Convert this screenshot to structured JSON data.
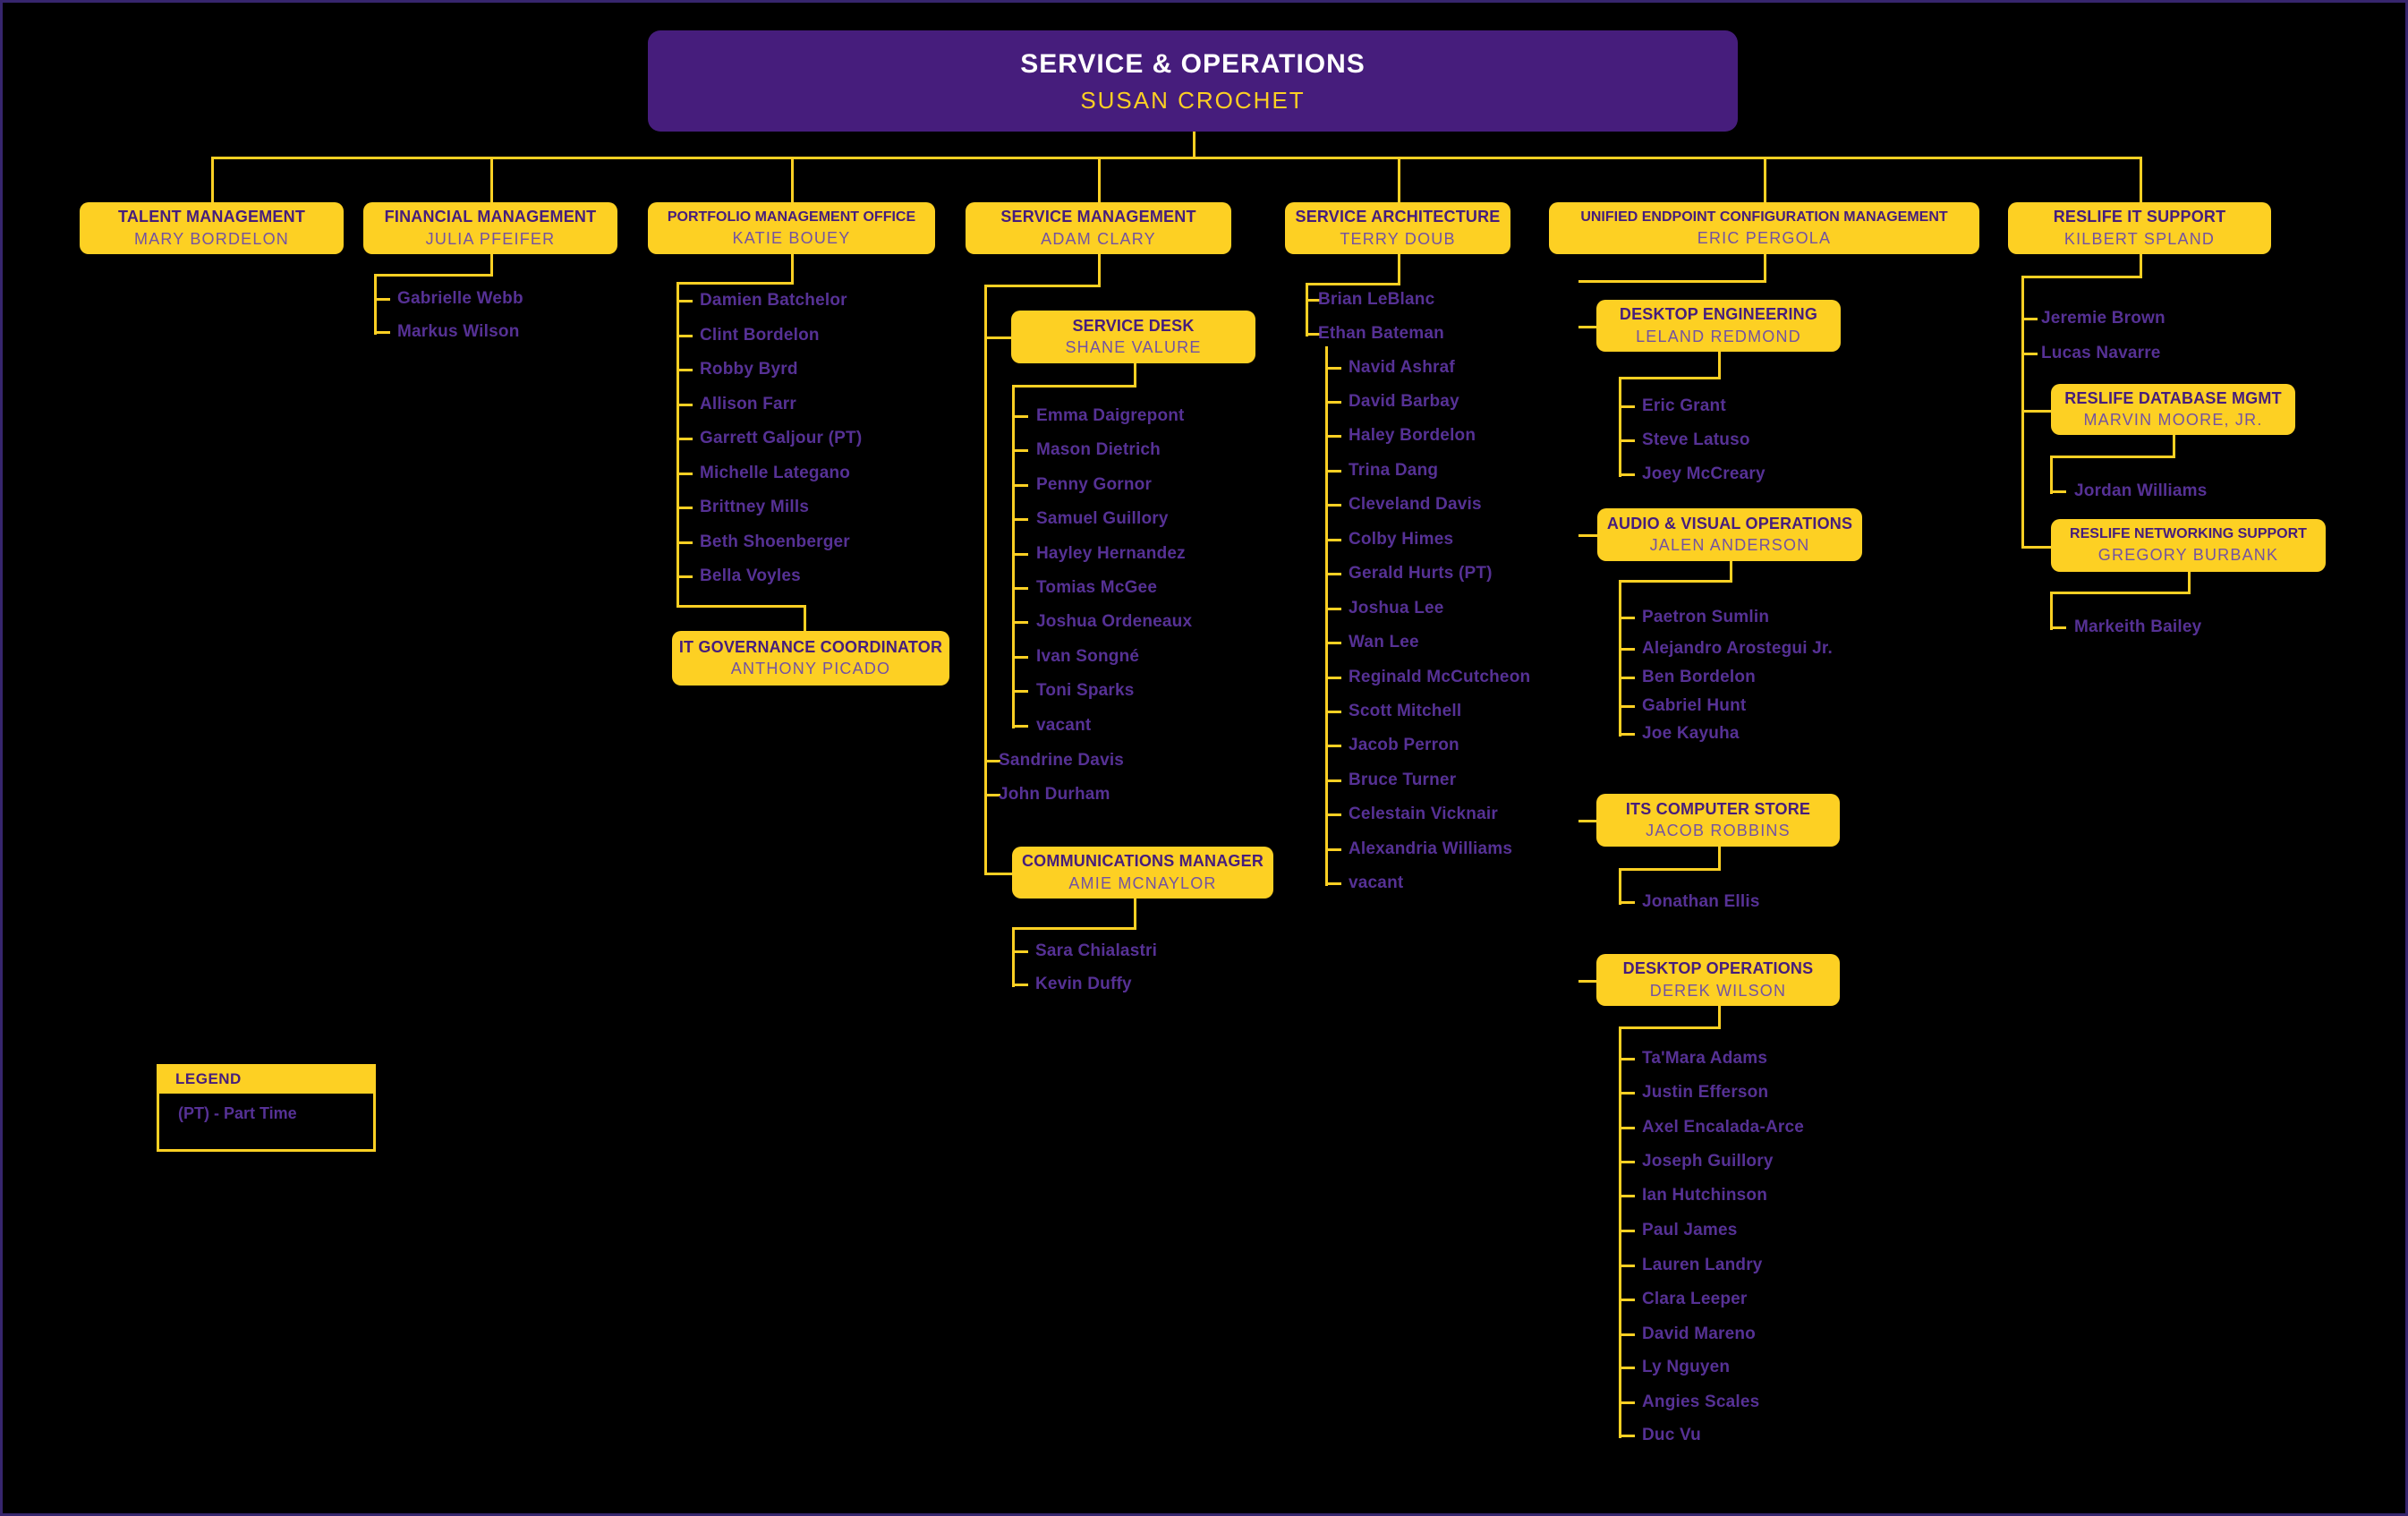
{
  "root": {
    "title": "SERVICE & OPERATIONS",
    "person": "SUSAN CROCHET"
  },
  "boxes": [
    {
      "id": "talent",
      "title": "TALENT MANAGEMENT",
      "person": "MARY BORDELON"
    },
    {
      "id": "financial",
      "title": "FINANCIAL MANAGEMENT",
      "person": "JULIA PFEIFER"
    },
    {
      "id": "pmo",
      "title": "PORTFOLIO MANAGEMENT OFFICE",
      "person": "KATIE BOUEY"
    },
    {
      "id": "servicemgmt",
      "title": "SERVICE MANAGEMENT",
      "person": "ADAM CLARY"
    },
    {
      "id": "servicearch",
      "title": "SERVICE ARCHITECTURE",
      "person": "TERRY DOUB"
    },
    {
      "id": "uecm",
      "title": "UNIFIED ENDPOINT CONFIGURATION MANAGEMENT",
      "person": "ERIC PERGOLA"
    },
    {
      "id": "reslife",
      "title": "RESLIFE IT SUPPORT",
      "person": "KILBERT SPLAND"
    },
    {
      "id": "servicedesk",
      "title": "SERVICE DESK",
      "person": "SHANE VALURE"
    },
    {
      "id": "itgov",
      "title": "IT GOVERNANCE COORDINATOR",
      "person": "ANTHONY PICADO"
    },
    {
      "id": "comms",
      "title": "COMMUNICATIONS MANAGER",
      "person": "AMIE MCNAYLOR"
    },
    {
      "id": "desktopeng",
      "title": "DESKTOP ENGINEERING",
      "person": "LELAND REDMOND"
    },
    {
      "id": "av",
      "title": "AUDIO & VISUAL OPERATIONS",
      "person": "JALEN ANDERSON"
    },
    {
      "id": "itsstore",
      "title": "ITS COMPUTER STORE",
      "person": "JACOB ROBBINS"
    },
    {
      "id": "desktopops",
      "title": "DESKTOP OPERATIONS",
      "person": "DEREK WILSON"
    },
    {
      "id": "reslifedb",
      "title": "RESLIFE DATABASE MGMT",
      "person": "MARVIN MOORE, JR."
    },
    {
      "id": "reslifenet",
      "title": "RESLIFE NETWORKING SUPPORT",
      "person": "GREGORY BURBANK"
    }
  ],
  "lists": [
    {
      "id": "financial-team",
      "names": [
        "Gabrielle Webb",
        "Markus Wilson"
      ]
    },
    {
      "id": "pmo-team",
      "names": [
        "Damien Batchelor",
        "Clint Bordelon",
        "Robby Byrd",
        "Allison Farr",
        "Garrett Galjour (PT)",
        "Michelle Lategano",
        "Brittney Mills",
        "Beth Shoenberger",
        "Bella Voyles"
      ]
    },
    {
      "id": "sm-direct",
      "names": [
        "Sandrine Davis",
        "John Durham"
      ]
    },
    {
      "id": "sd-team",
      "names": [
        "Emma Daigrepont",
        "Mason Dietrich",
        "Penny Gornor",
        "Samuel Guillory",
        "Hayley Hernandez",
        "Tomias McGee",
        "Joshua Ordeneaux",
        "Ivan Songné",
        "Toni Sparks",
        "vacant"
      ]
    },
    {
      "id": "comms-team",
      "names": [
        "Sara Chialastri",
        "Kevin Duffy"
      ]
    },
    {
      "id": "sa-direct",
      "names": [
        "Brian LeBlanc",
        "Ethan Bateman"
      ]
    },
    {
      "id": "sa-team",
      "names": [
        "Navid Ashraf",
        "David Barbay",
        "Haley Bordelon",
        "Trina Dang",
        "Cleveland Davis",
        "Colby Himes",
        "Gerald Hurts (PT)",
        "Joshua Lee",
        "Wan Lee",
        "Reginald McCutcheon",
        "Scott Mitchell",
        "Jacob Perron",
        "Bruce Turner",
        "Celestain Vicknair",
        "Alexandria Williams",
        "vacant"
      ]
    },
    {
      "id": "de-team",
      "names": [
        "Eric Grant",
        "Steve Latuso",
        "Joey McCreary"
      ]
    },
    {
      "id": "av-team",
      "names": [
        "Paetron Sumlin",
        "Alejandro Arostegui Jr.",
        "Ben Bordelon",
        "Gabriel Hunt",
        "Joe Kayuha"
      ]
    },
    {
      "id": "its-team",
      "names": [
        "Jonathan Ellis"
      ]
    },
    {
      "id": "do-team",
      "names": [
        "Ta'Mara Adams",
        "Justin Efferson",
        "Axel Encalada-Arce",
        "Joseph Guillory",
        "Ian Hutchinson",
        "Paul James",
        "Lauren Landry",
        "Clara Leeper",
        "David Mareno",
        "Ly Nguyen",
        "Angies Scales",
        "Duc Vu"
      ]
    },
    {
      "id": "reslife-direct",
      "names": [
        "Jeremie Brown",
        "Lucas Navarre"
      ]
    },
    {
      "id": "rdb-team",
      "names": [
        "Jordan Williams"
      ]
    },
    {
      "id": "rnet-team",
      "names": [
        "Markeith Bailey"
      ]
    }
  ],
  "legend": {
    "header": "LEGEND",
    "items": [
      "(PT) - Part Time"
    ]
  },
  "colors": {
    "purple": "#461D7C",
    "gold": "#FDD023",
    "subtitle_purple": "#7352A3",
    "list_name_purple": "#563195",
    "background": "#000000"
  }
}
